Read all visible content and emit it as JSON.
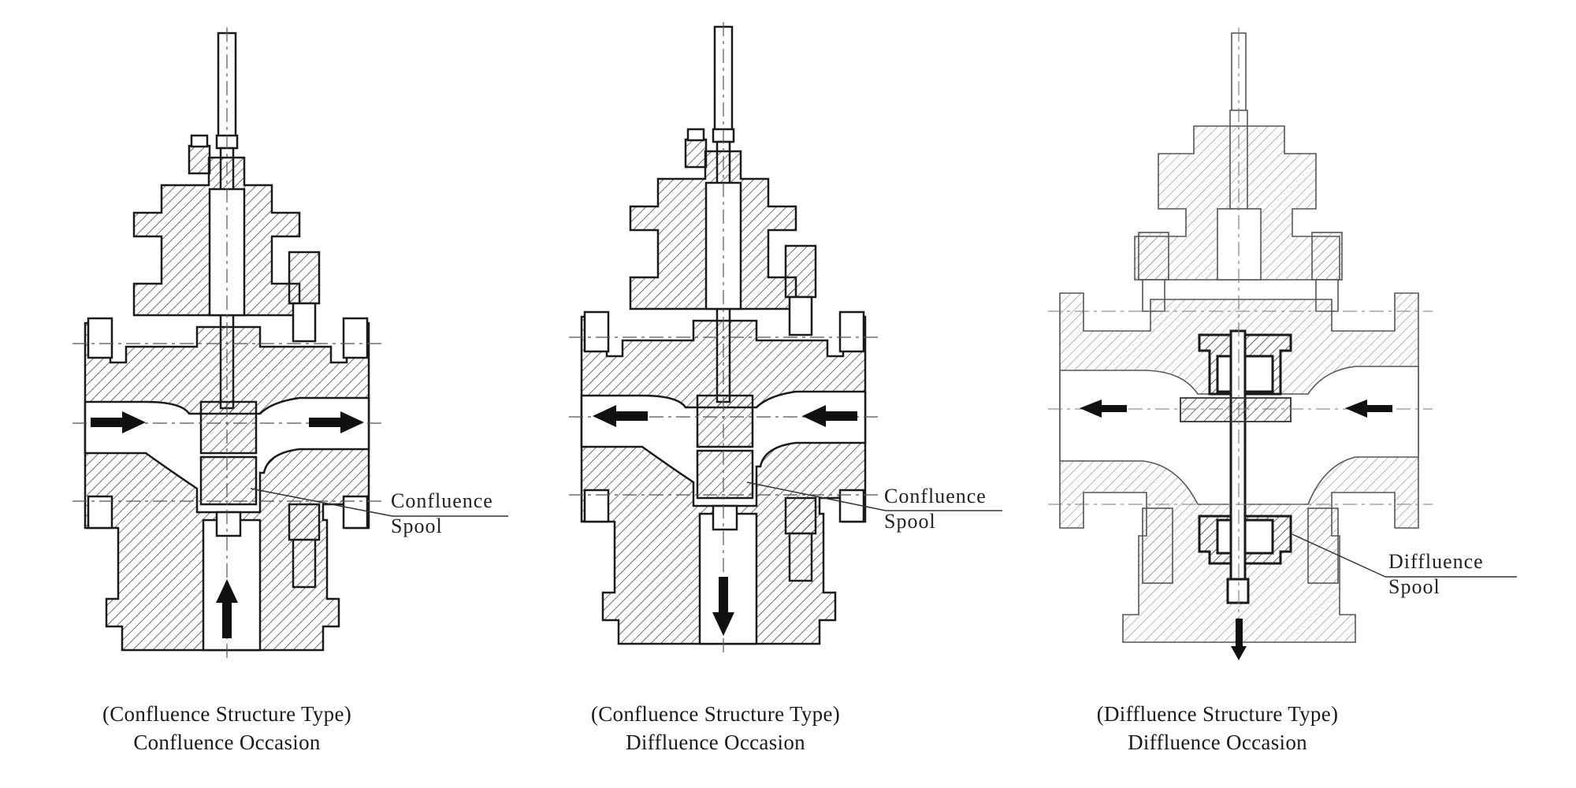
{
  "colors": {
    "line": "#1a1a1a",
    "light_line": "#555555",
    "hatch": "#333333",
    "background": "#ffffff"
  },
  "diagrams": [
    {
      "caption_line1": "(Confluence Structure Type)",
      "caption_line2": "Confluence Occasion",
      "callout_line1": "Confluence",
      "callout_line2": "Spool"
    },
    {
      "caption_line1": "(Confluence Structure Type)",
      "caption_line2": "Diffluence Occasion",
      "callout_line1": "Confluence",
      "callout_line2": "Spool"
    },
    {
      "caption_line1": "(Diffluence Structure Type)",
      "caption_line2": "Diffluence Occasion",
      "callout_line1": "Diffluence",
      "callout_line2": "Spool"
    }
  ]
}
